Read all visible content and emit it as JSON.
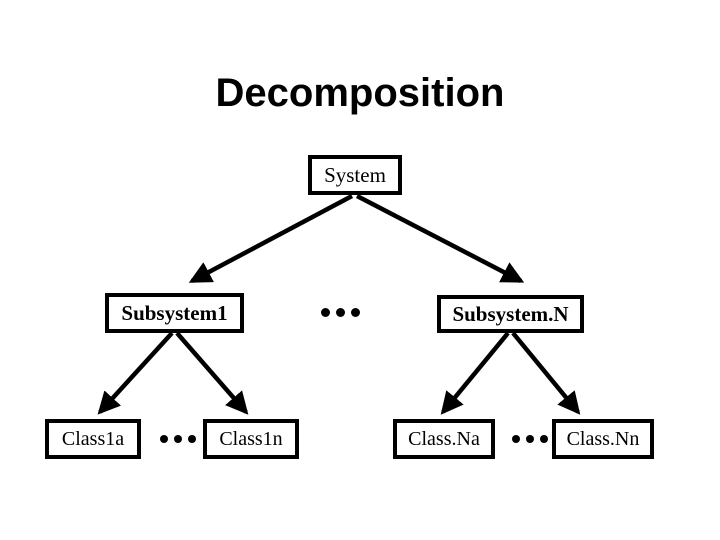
{
  "slide": {
    "title": "Decomposition",
    "background_color": "#ffffff",
    "ink_color": "#000000"
  },
  "diagram": {
    "type": "tree",
    "levels": 3,
    "nodes": {
      "root": {
        "label": "System"
      },
      "level2_left": {
        "label": "Subsystem1"
      },
      "level2_right": {
        "label": "Subsystem.N"
      },
      "level3_a": {
        "label": "Class1a"
      },
      "level3_b": {
        "label": "Class1n"
      },
      "level3_c": {
        "label": "Class.Na"
      },
      "level3_d": {
        "label": "Class.Nn"
      }
    },
    "ellipses": {
      "level2_middle": "•••",
      "level3_left": "•••",
      "level3_right": "•••"
    },
    "edges": [
      {
        "from": "System",
        "to": "Subsystem1"
      },
      {
        "from": "System",
        "to": "Subsystem.N"
      },
      {
        "from": "Subsystem1",
        "to": "Class1a"
      },
      {
        "from": "Subsystem1",
        "to": "Class1n"
      },
      {
        "from": "Subsystem.N",
        "to": "Class.Na"
      },
      {
        "from": "Subsystem.N",
        "to": "Class.Nn"
      }
    ]
  }
}
